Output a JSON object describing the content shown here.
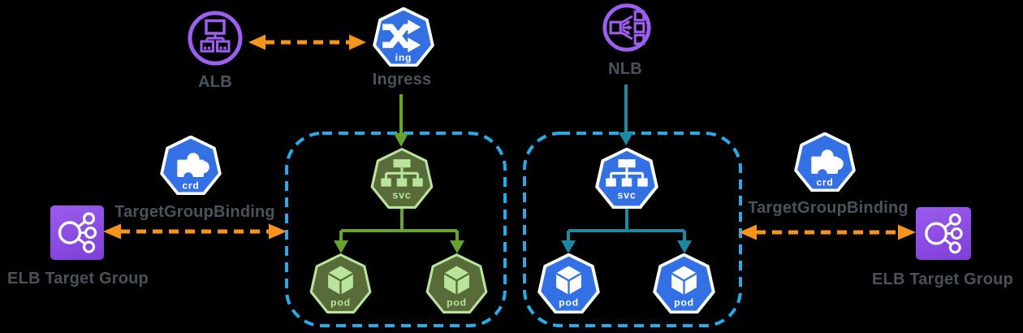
{
  "diagram": {
    "background": "#000000",
    "labels": {
      "alb": "ALB",
      "ingress": "Ingress",
      "nlb": "NLB",
      "tgb_left": "TargetGroupBinding",
      "tgb_right": "TargetGroupBinding",
      "elb_left": "ELB Target Group",
      "elb_right": "ELB Target Group"
    },
    "badges": {
      "ing": "ing",
      "svc": "svc",
      "pod": "pod",
      "crd": "crd"
    },
    "colors": {
      "k8s-blue": "#3370e3",
      "green-fill": "#586b39",
      "green-light": "#b9e49c",
      "green-line": "#67a42e",
      "teal-line": "#1b89a4",
      "purple": "#9c5ff0",
      "orange": "#f7941e",
      "cyan-dash": "#29abe8",
      "label-gray": "#4a525a",
      "elb-grad-1": "#9a5bed",
      "elb-grad-2": "#7e3fd8",
      "white": "#ffffff"
    },
    "edges": [
      {
        "from": "ALB",
        "to": "Ingress",
        "style": "orange-dashed-bidirectional"
      },
      {
        "from": "Ingress",
        "to": "svc (green)",
        "style": "green-arrow"
      },
      {
        "from": "svc (green)",
        "to": "pod (green) left",
        "style": "green-arrow"
      },
      {
        "from": "svc (green)",
        "to": "pod (green) right",
        "style": "green-arrow"
      },
      {
        "from": "NLB",
        "to": "svc (blue)",
        "style": "teal-arrow"
      },
      {
        "from": "svc (blue)",
        "to": "pod (blue) left",
        "style": "teal-arrow"
      },
      {
        "from": "svc (blue)",
        "to": "pod (blue) right",
        "style": "teal-arrow"
      },
      {
        "from": "ELB Target Group (left)",
        "to": "cluster group (left)",
        "via": "TargetGroupBinding crd",
        "style": "orange-dashed-bidirectional"
      },
      {
        "from": "cluster group (right)",
        "to": "ELB Target Group (right)",
        "via": "TargetGroupBinding crd",
        "style": "orange-dashed-bidirectional"
      }
    ]
  }
}
